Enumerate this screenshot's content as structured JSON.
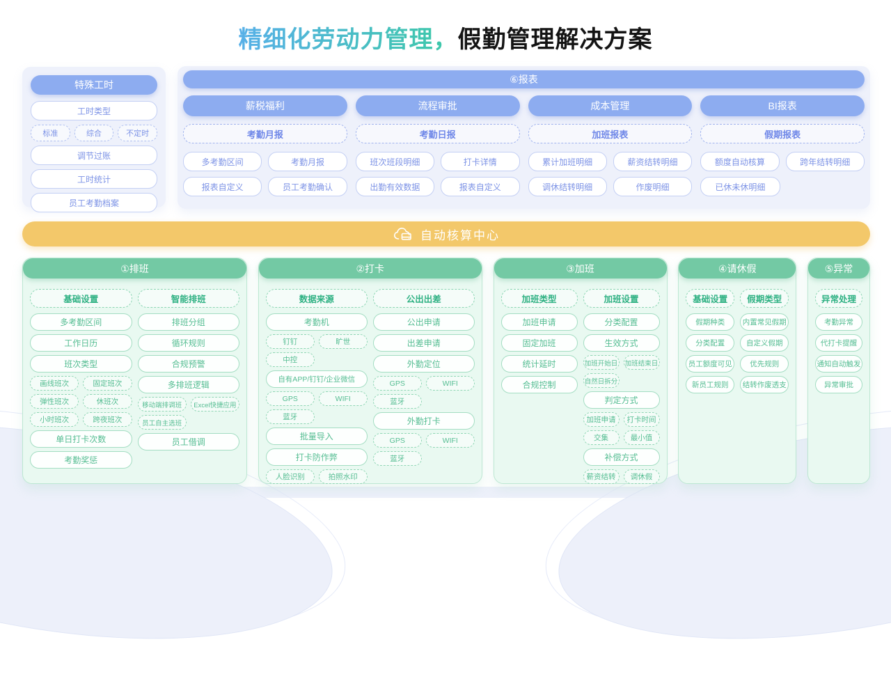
{
  "title": {
    "highlight": "精细化劳动力管理，",
    "rest": "假勤管理解决方案"
  },
  "colors": {
    "blue_pill": "#8dacf0",
    "blue_panel_bg": "#eef1fb",
    "blue_text": "#7d93e6",
    "green_header": "#73c9a4",
    "green_panel_bg": "#e9f9f1",
    "green_text": "#55bd92",
    "orange_bar": "#f3c86a",
    "title_gradient_start": "#58b0e8",
    "title_gradient_end": "#3cc9a6"
  },
  "special_hours": {
    "header": "特殊工时",
    "rows": [
      {
        "type": "chip",
        "label": "工时类型"
      },
      {
        "type": "small",
        "labels": [
          "标准",
          "综合",
          "不定时"
        ]
      },
      {
        "type": "chip",
        "label": "调节过账"
      },
      {
        "type": "chip",
        "label": "工时统计"
      },
      {
        "type": "chip",
        "label": "员工考勤档案"
      }
    ]
  },
  "report": {
    "header": "⑥报表",
    "columns": [
      {
        "title": "薪税福利",
        "subtitle": "考勤月报",
        "rows": [
          [
            "多考勤区间",
            "考勤月报"
          ],
          [
            "报表自定义",
            "员工考勤确认"
          ]
        ]
      },
      {
        "title": "流程审批",
        "subtitle": "考勤日报",
        "rows": [
          [
            "班次班段明细",
            "打卡详情"
          ],
          [
            "出勤有效数据",
            "报表自定义"
          ]
        ]
      },
      {
        "title": "成本管理",
        "subtitle": "加班报表",
        "rows": [
          [
            "累计加班明细",
            "薪资结转明细"
          ],
          [
            "调休结转明细",
            "作废明细"
          ]
        ]
      },
      {
        "title": "BI报表",
        "subtitle": "假期报表",
        "rows": [
          [
            "额度自动核算",
            "跨年结转明细"
          ],
          [
            "已休未休明细"
          ]
        ]
      }
    ]
  },
  "center_bar": {
    "label": "自动核算中心",
    "icon": "cloud-server-icon"
  },
  "sections": [
    {
      "id": "scheduling",
      "header": "①排班",
      "columns": [
        [
          {
            "t": "head",
            "label": "基础设置"
          },
          {
            "t": "chip",
            "label": "多考勤区间"
          },
          {
            "t": "chip",
            "label": "工作日历"
          },
          {
            "t": "chip",
            "label": "班次类型"
          },
          {
            "t": "small",
            "labels": [
              "画线班次",
              "固定班次"
            ]
          },
          {
            "t": "small",
            "labels": [
              "弹性班次",
              "休班次"
            ]
          },
          {
            "t": "small",
            "labels": [
              "小时班次",
              "跨夜班次"
            ]
          },
          {
            "t": "chip",
            "label": "单日打卡次数"
          },
          {
            "t": "chip",
            "label": "考勤奖惩"
          }
        ],
        [
          {
            "t": "head",
            "label": "智能排班"
          },
          {
            "t": "chip",
            "label": "排班分组"
          },
          {
            "t": "chip",
            "label": "循环规则"
          },
          {
            "t": "chip",
            "label": "合规预警"
          },
          {
            "t": "chip",
            "label": "多排班逻辑"
          },
          {
            "t": "small",
            "labels": [
              "移动端排调班",
              "Excel快捷应用"
            ]
          },
          {
            "t": "small",
            "labels": [
              "员工自主选班"
            ]
          },
          {
            "t": "chip",
            "label": "员工借调"
          }
        ]
      ]
    },
    {
      "id": "clock-in",
      "header": "②打卡",
      "columns": [
        [
          {
            "t": "head",
            "label": "数据来源"
          },
          {
            "t": "chip",
            "label": "考勤机"
          },
          {
            "t": "small",
            "labels": [
              "钉钉",
              "旷世"
            ]
          },
          {
            "t": "small",
            "labels": [
              "中控"
            ]
          },
          {
            "t": "chip",
            "label": "自有APP/钉钉/企业微信"
          },
          {
            "t": "small",
            "labels": [
              "GPS",
              "WIFI"
            ]
          },
          {
            "t": "small",
            "labels": [
              "蓝牙"
            ]
          },
          {
            "t": "chip",
            "label": "批量导入"
          },
          {
            "t": "chip",
            "label": "打卡防作弊"
          },
          {
            "t": "small",
            "labels": [
              "人脸识别",
              "拍照水印"
            ]
          }
        ],
        [
          {
            "t": "head",
            "label": "公出出差"
          },
          {
            "t": "chip",
            "label": "公出申请"
          },
          {
            "t": "chip",
            "label": "出差申请"
          },
          {
            "t": "chip",
            "label": "外勤定位"
          },
          {
            "t": "small",
            "labels": [
              "GPS",
              "WIFI"
            ]
          },
          {
            "t": "small",
            "labels": [
              "蓝牙"
            ]
          },
          {
            "t": "chip",
            "label": "外勤打卡"
          },
          {
            "t": "small",
            "labels": [
              "GPS",
              "WIFI"
            ]
          },
          {
            "t": "small",
            "labels": [
              "蓝牙"
            ]
          }
        ]
      ]
    },
    {
      "id": "overtime",
      "header": "③加班",
      "columns": [
        [
          {
            "t": "head",
            "label": "加班类型"
          },
          {
            "t": "chip",
            "label": "加班申请"
          },
          {
            "t": "chip",
            "label": "固定加班"
          },
          {
            "t": "chip",
            "label": "统计延时"
          },
          {
            "t": "chip",
            "label": "合规控制"
          }
        ],
        [
          {
            "t": "head",
            "label": "加班设置"
          },
          {
            "t": "chip",
            "label": "分类配置"
          },
          {
            "t": "chip",
            "label": "生效方式"
          },
          {
            "t": "small",
            "labels": [
              "加班开始日",
              "加班结束日"
            ]
          },
          {
            "t": "small",
            "labels": [
              "自然日拆分"
            ]
          },
          {
            "t": "chip",
            "label": "判定方式"
          },
          {
            "t": "small",
            "labels": [
              "加班申请",
              "打卡时间"
            ]
          },
          {
            "t": "small",
            "labels": [
              "交集",
              "最小值"
            ]
          },
          {
            "t": "chip",
            "label": "补偿方式"
          },
          {
            "t": "small",
            "labels": [
              "薪资结转",
              "调休假"
            ]
          }
        ]
      ]
    },
    {
      "id": "leave",
      "header": "④请休假",
      "columns": [
        [
          {
            "t": "head",
            "label": "基础设置"
          },
          {
            "t": "chip",
            "label": "假期种类"
          },
          {
            "t": "chip",
            "label": "分类配置"
          },
          {
            "t": "chip",
            "label": "员工额度可见"
          },
          {
            "t": "chip",
            "label": "新员工规则"
          }
        ],
        [
          {
            "t": "head",
            "label": "假期类型"
          },
          {
            "t": "chip",
            "label": "内置常见假期"
          },
          {
            "t": "chip",
            "label": "自定义假期"
          },
          {
            "t": "chip",
            "label": "优先规则"
          },
          {
            "t": "chip",
            "label": "结转作废透支"
          }
        ]
      ]
    },
    {
      "id": "exception",
      "header": "⑤异常",
      "columns": [
        [
          {
            "t": "head",
            "label": "异常处理"
          },
          {
            "t": "chip",
            "label": "考勤异常"
          },
          {
            "t": "chip",
            "label": "代打卡提醒"
          },
          {
            "t": "chip",
            "label": "通知自动触发"
          },
          {
            "t": "chip",
            "label": "异常审批"
          }
        ]
      ]
    }
  ]
}
